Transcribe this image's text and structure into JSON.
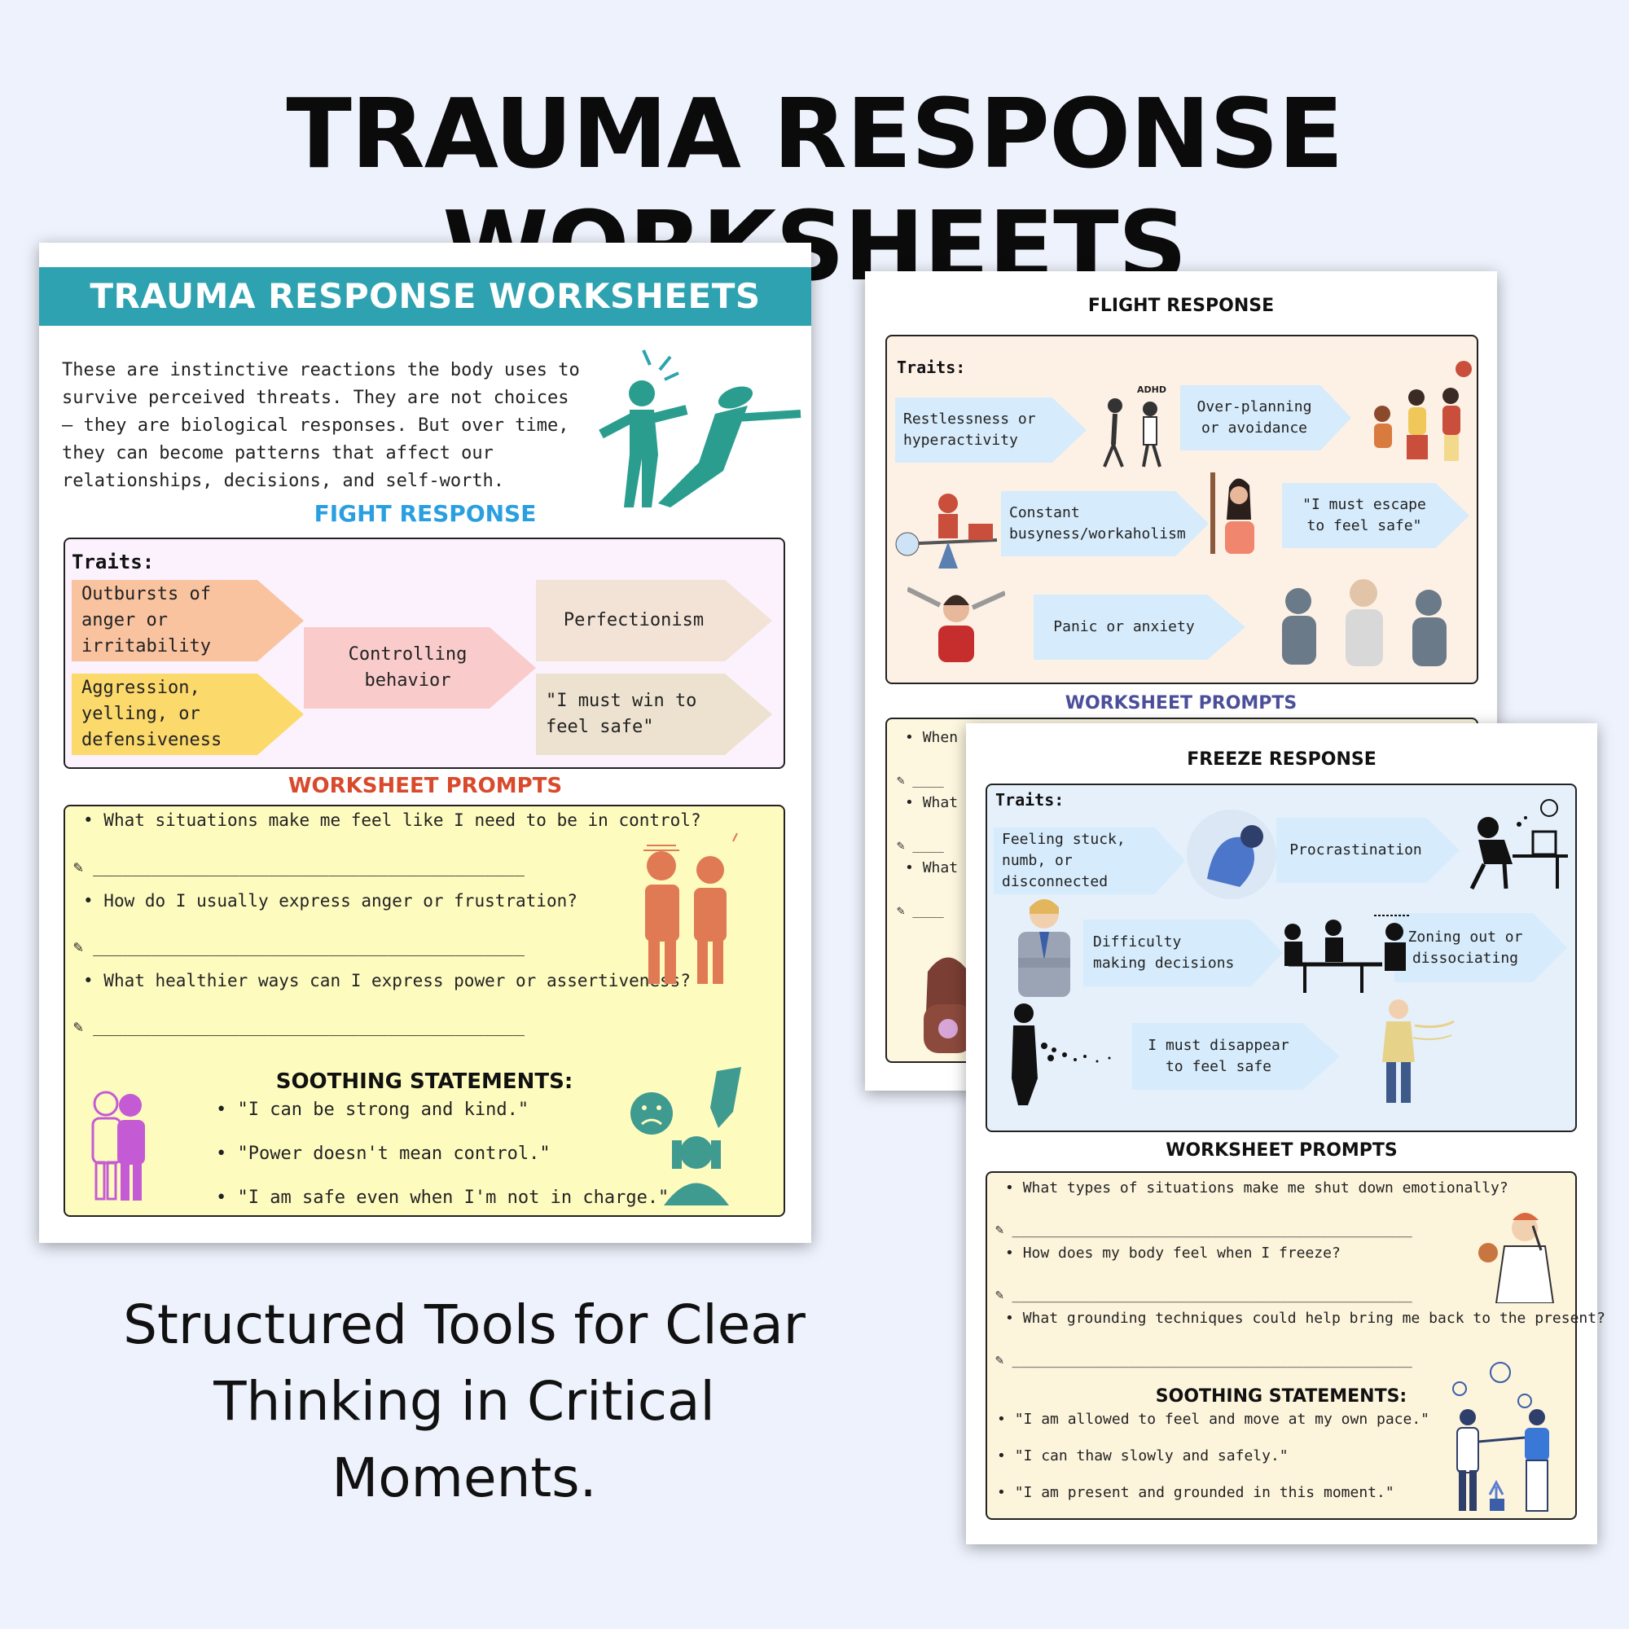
{
  "headline": "TRAUMA RESPONSE WORKSHEETS",
  "tagline": [
    "Structured Tools for Clear",
    "Thinking in Critical",
    "Moments."
  ],
  "fight": {
    "banner": "TRAUMA RESPONSE WORKSHEETS",
    "intro": [
      "These are instinctive reactions the body uses to",
      "survive perceived threats. They are not choices",
      "— they are biological responses. But over time,",
      "they can become patterns that affect our",
      "relationships, decisions, and self-worth."
    ],
    "title": "FIGHT RESPONSE",
    "traits_label": "Traits:",
    "traits": [
      {
        "text": "Outbursts of anger or irritability",
        "color": "#f9c3a0"
      },
      {
        "text": "Aggression, yelling, or defensiveness",
        "color": "#fcd96b"
      },
      {
        "text": "Controlling behavior",
        "color": "#f9cccb"
      },
      {
        "text": "Perfectionism",
        "color": "#f3e3d6"
      },
      {
        "text": "\"I must win to feel safe\"",
        "color": "#ede2cf"
      }
    ],
    "prompts_title": "WORKSHEET PROMPTS",
    "prompts": [
      "What situations make me feel like I need to be in control?",
      "How do I usually express anger or frustration?",
      "What healthier ways can I express power or assertiveness?"
    ],
    "answer_line": "✎ ____________________________________________",
    "soothing_title": "SOOTHING STATEMENTS:",
    "soothing": [
      "\"I can be strong and kind.\"",
      "\"Power doesn't mean control.\"",
      "\"I am safe even when I'm not in charge.\""
    ],
    "colors": {
      "banner": "#2ea2b0",
      "title": "#2a9fe0",
      "prompts_title": "#d9492c",
      "traits_bg": "#fbf2fd",
      "prompts_bg": "#fefbbf"
    }
  },
  "flight": {
    "title": "FLIGHT RESPONSE",
    "traits_label": "Traits:",
    "traits": [
      "Restlessness or hyperactivity",
      "Over-planning or avoidance",
      "Constant busyness/workaholism",
      "\"I must escape to feel safe\"",
      "Panic or anxiety"
    ],
    "adhd_label": "ADHD",
    "prompts_title": "WORKSHEET PROMPTS",
    "prompts_partial": [
      "When",
      "What",
      "What"
    ],
    "colors": {
      "traits_bg": "#fdf1e6",
      "arrow": "#d6ebfb",
      "prompts_title": "#4b4f9a"
    }
  },
  "freeze": {
    "title": "FREEZE RESPONSE",
    "traits_label": "Traits:",
    "traits": [
      "Feeling stuck, numb, or disconnected",
      "Procrastination",
      "Difficulty making decisions",
      "Zoning out or dissociating",
      "I must disappear to feel safe"
    ],
    "prompts_title": "WORKSHEET PROMPTS",
    "prompts": [
      "What types of situations make me shut down emotionally?",
      "How does my body feel when I freeze?",
      "What grounding techniques could help bring me back to the present?"
    ],
    "answer_line": "✎ ________________________________________________",
    "soothing_title": "SOOTHING STATEMENTS:",
    "soothing": [
      "\"I am allowed to feel and move at my own pace.\"",
      "\"I can thaw slowly and safely.\"",
      "\"I am present and grounded in this moment.\""
    ],
    "colors": {
      "traits_bg": "#e6f0fb",
      "prompts_bg": "#fdf4dc",
      "arrow": "#d6ebfb"
    }
  }
}
